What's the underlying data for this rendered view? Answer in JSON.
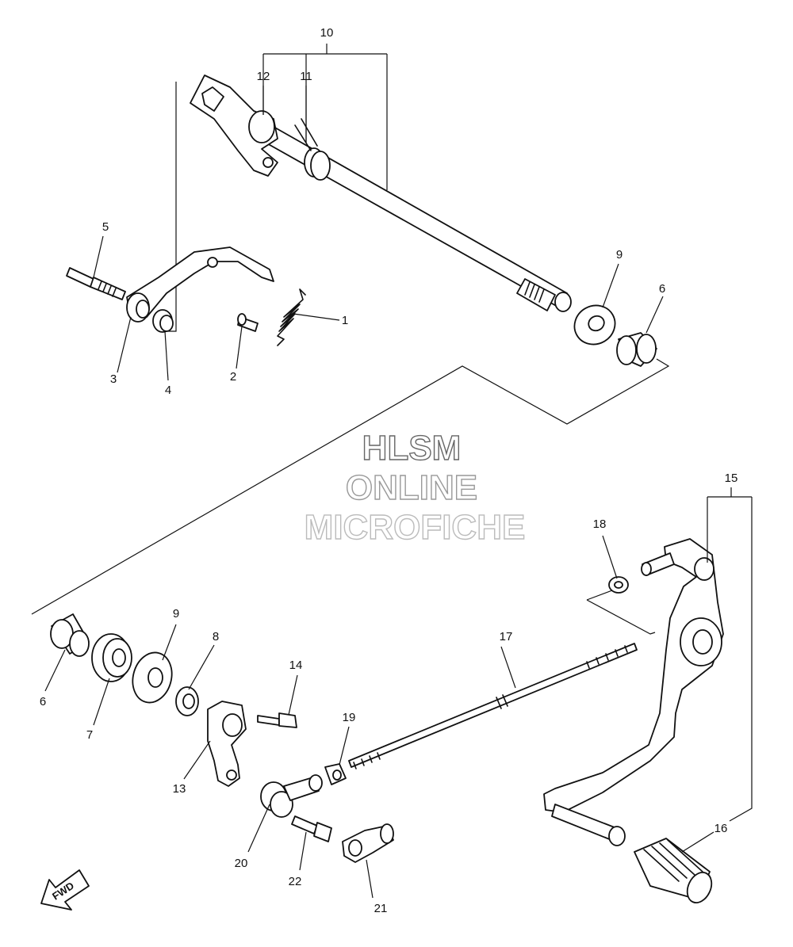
{
  "watermark": {
    "line1": "HLSM",
    "line2": "ONLINE",
    "line3": "MICROFICHE"
  },
  "direction_marker": "FWD",
  "callouts": [
    {
      "id": "c1",
      "text": "1"
    },
    {
      "id": "c2",
      "text": "2"
    },
    {
      "id": "c3",
      "text": "3"
    },
    {
      "id": "c4",
      "text": "4"
    },
    {
      "id": "c5",
      "text": "5"
    },
    {
      "id": "c6a",
      "text": "6"
    },
    {
      "id": "c6b",
      "text": "6"
    },
    {
      "id": "c7",
      "text": "7"
    },
    {
      "id": "c8",
      "text": "8"
    },
    {
      "id": "c9a",
      "text": "9"
    },
    {
      "id": "c9b",
      "text": "9"
    },
    {
      "id": "c10",
      "text": "10"
    },
    {
      "id": "c11",
      "text": "11"
    },
    {
      "id": "c12",
      "text": "12"
    },
    {
      "id": "c13",
      "text": "13"
    },
    {
      "id": "c14",
      "text": "14"
    },
    {
      "id": "c15",
      "text": "15"
    },
    {
      "id": "c16",
      "text": "16"
    },
    {
      "id": "c17",
      "text": "17"
    },
    {
      "id": "c18",
      "text": "18"
    },
    {
      "id": "c19",
      "text": "19"
    },
    {
      "id": "c20",
      "text": "20"
    },
    {
      "id": "c21",
      "text": "21"
    },
    {
      "id": "c22",
      "text": "22"
    }
  ]
}
